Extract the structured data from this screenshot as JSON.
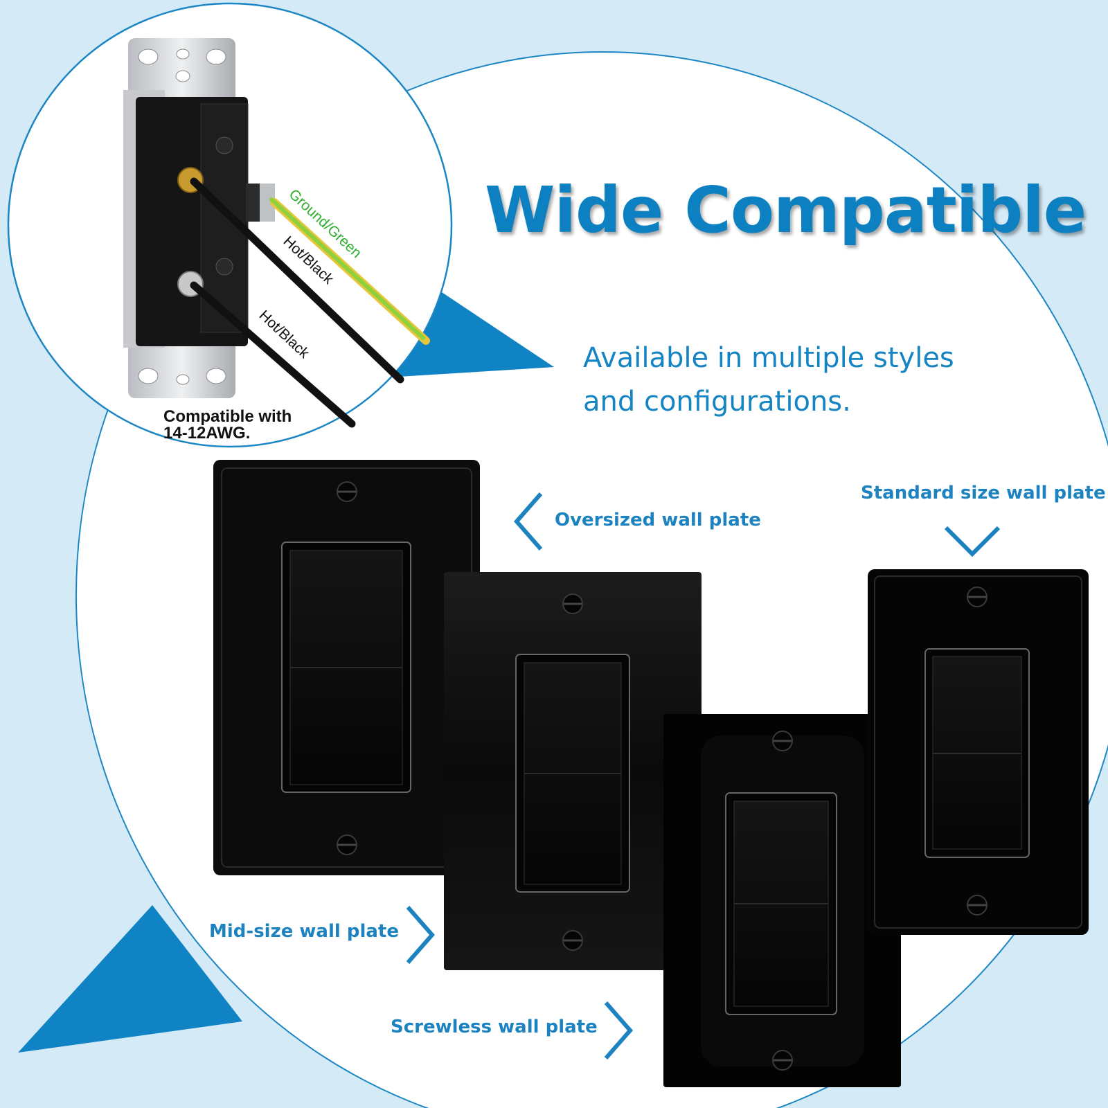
{
  "headline": "Wide Compatible",
  "tagline": [
    "Available in multiple styles",
    "and configurations."
  ],
  "wiring": {
    "ground_label": "Ground/Green",
    "hot_label_1": "Hot/Black",
    "hot_label_2": "Hot/Black",
    "compat_line_1": "Compatible with",
    "compat_line_2": "14-12AWG."
  },
  "plates": {
    "oversized": "Oversized wall plate",
    "standard": "Standard size wall plate",
    "midsize": "Mid-size wall plate",
    "screwless": "Screwless wall plate"
  },
  "colors": {
    "accent": "#0d80c2",
    "background": "#d4eaf6",
    "bubble": "#ffffff",
    "ground_wire": "#8fd13c",
    "plate": "#0b0b0b"
  }
}
